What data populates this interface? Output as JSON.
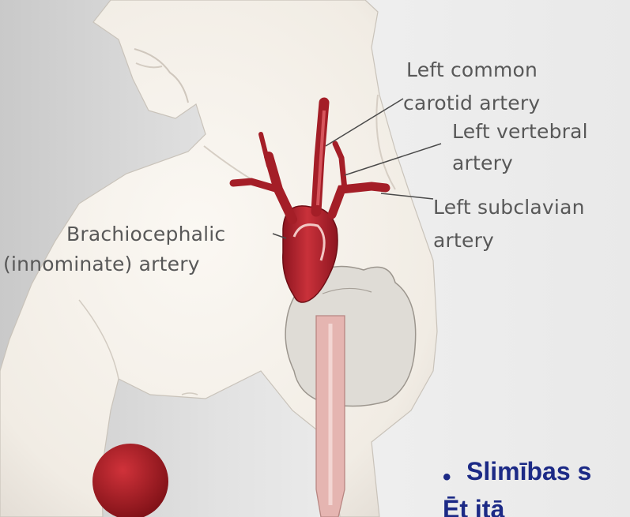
{
  "labels": {
    "left_common_carotid_line1": "Left common",
    "left_common_carotid_line2": "carotid artery",
    "left_vertebral_line1": "Left vertebral",
    "left_vertebral_line2": "artery",
    "left_subclavian_line1": "Left subclavian",
    "left_subclavian_line2": "artery",
    "brachiocephalic_line1": "Brachiocephalic",
    "brachiocephalic_line2": "(innominate) artery"
  },
  "slide_text": {
    "bullet_symbol": "•",
    "line1": "Slimības s",
    "line2": "Ēt                   itā"
  },
  "colors": {
    "artery": "#b8232d",
    "artery_dark": "#8d1520",
    "body": "#f6f1ea",
    "heart": "#dedad4",
    "esophagus": "#e7b9b6",
    "label": "#585858",
    "slide_text": "#1c2a86"
  }
}
